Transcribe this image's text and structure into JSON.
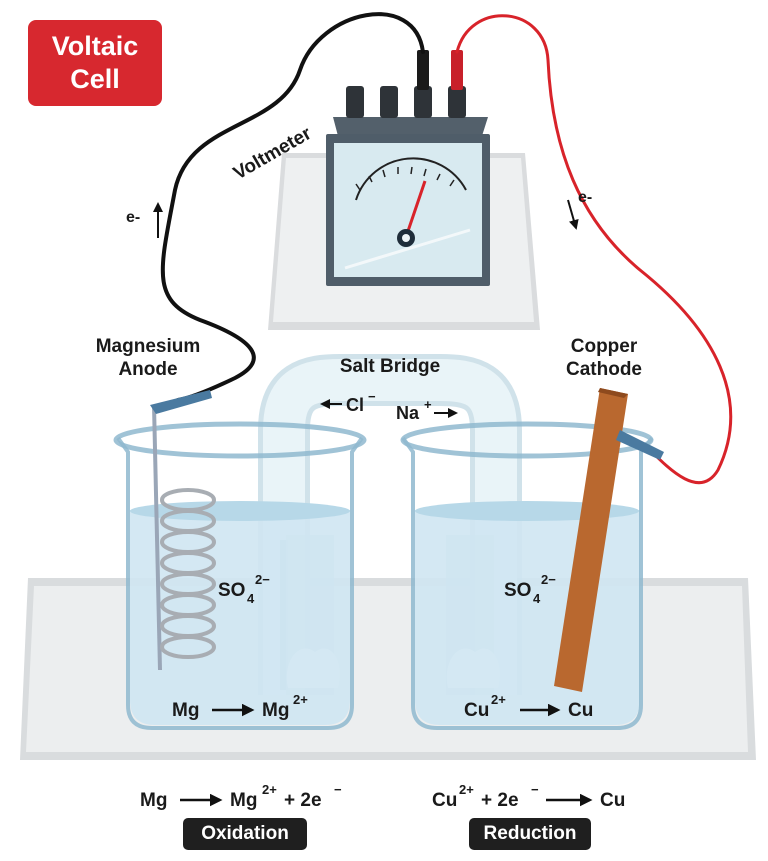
{
  "title": {
    "line1": "Voltaic",
    "line2": "Cell"
  },
  "labels": {
    "voltmeter": "Voltmeter",
    "anode_line1": "Magnesium",
    "anode_line2": "Anode",
    "cathode_line1": "Copper",
    "cathode_line2": "Cathode",
    "salt_bridge": "Salt Bridge",
    "electron": "e-",
    "chloride": "Cl",
    "chloride_charge": "−",
    "sodium": "Na",
    "sodium_charge": "+",
    "sulfate": "SO",
    "sulfate_sub": "4",
    "sulfate_charge": "2−"
  },
  "left_beaker": {
    "reactant": "Mg",
    "product": "Mg",
    "product_charge": "2+"
  },
  "right_beaker": {
    "reactant": "Cu",
    "reactant_charge": "2+",
    "product": "Cu"
  },
  "equations": {
    "oxidation": {
      "left": "Mg",
      "product": "Mg",
      "product_charge": "2+",
      "electrons": "+ 2e",
      "electron_charge": "−"
    },
    "reduction": {
      "reactant": "Cu",
      "reactant_charge": "2+",
      "electrons": "+ 2e",
      "electron_charge": "−",
      "product": "Cu"
    }
  },
  "badges": {
    "oxidation": "Oxidation",
    "reduction": "Reduction"
  },
  "colors": {
    "title_red": "#d7282f",
    "wire_red": "#d8232a",
    "wire_black": "#111111",
    "solution": "#cfe6f2",
    "copper": "#b9682f"
  }
}
